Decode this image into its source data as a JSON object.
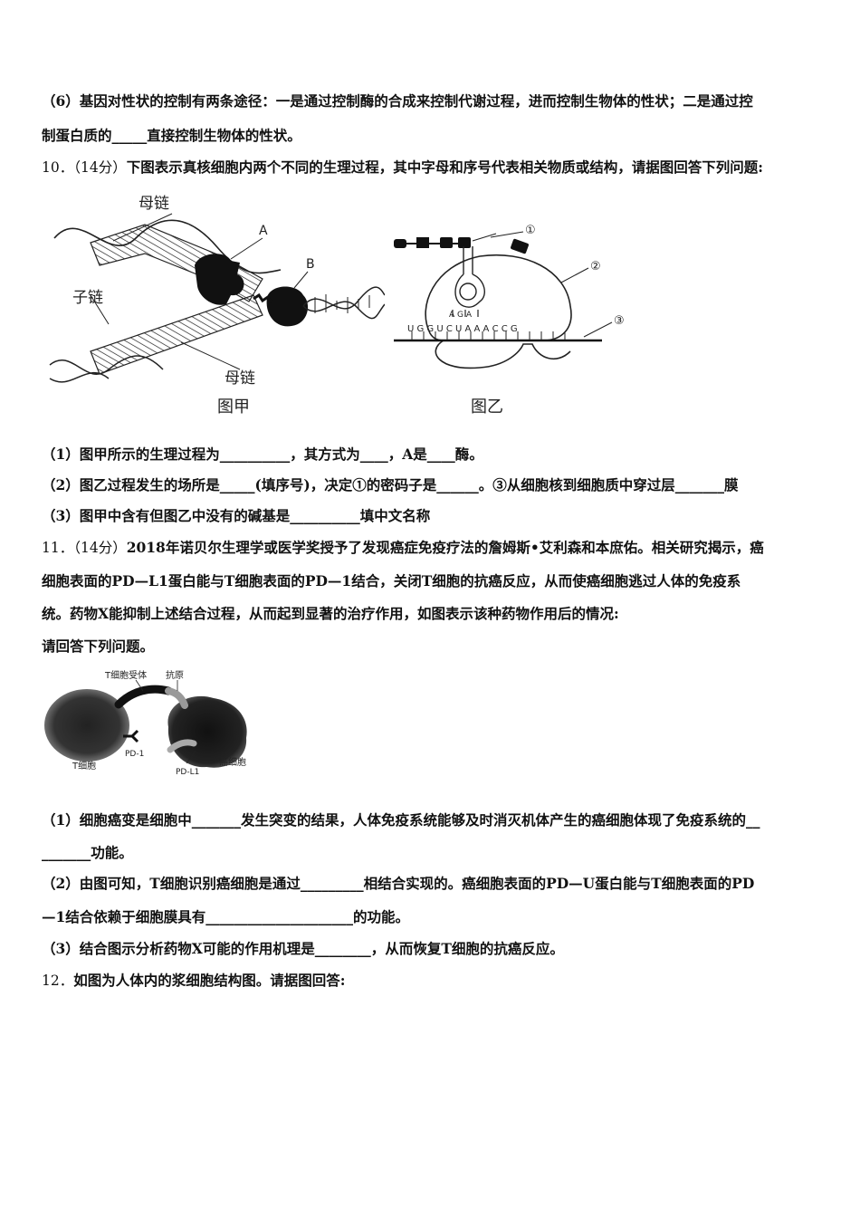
{
  "lines": {
    "l1": "（6）基因对性状的控制有两条途径：一是通过控制酶的合成来控制代谢过程，进而控制生物体的性状；二是通过控",
    "l2": "制蛋白质的_____直接控制生物体的性状。",
    "q10_num": "10．（14分）",
    "q10_text": "下图表示真核细胞内两个不同的生理过程，其中字母和序号代表相关物质或结构，请据图回答下列问题:",
    "q10_1": "（1）图甲所示的生理过程为__________，其方式为____，A是____酶。",
    "q10_2": "（2）图乙过程发生的场所是_____(填序号)，决定①的密码子是______。③从细胞核到细胞质中穿过层_______膜",
    "q10_3": "（3）图甲中含有但图乙中没有的碱基是__________填中文名称",
    "q11_num": "11．（14分）",
    "q11_text1": "2018年诺贝尔生理学或医学奖授予了发现癌症免疫疗法的詹姆斯•艾利森和本庶佑。相关研究揭示，癌",
    "q11_text2": "细胞表面的PD—L1蛋白能与T细胞表面的PD—1结合，关闭T细胞的抗癌反应，从而使癌细胞逃过人体的免疫系",
    "q11_text3": "统。药物X能抑制上述结合过程，从而起到显著的治疗作用，如图表示该种药物作用后的情况:",
    "q11_text4": "请回答下列问题。",
    "q11_1a": "（1）细胞癌变是细胞中_______发生突变的结果，人体免疫系统能够及时消灭机体产生的癌细胞体现了免疫系统的__",
    "q11_1b": "_______功能。",
    "q11_2a": "（2）由图可知，T细胞识别癌细胞是通过_________相结合实现的。癌细胞表面的PD—U蛋白能与T细胞表面的PD",
    "q11_2b": "—1结合依赖于细胞膜具有_____________________的功能。",
    "q11_3": "（3）结合图示分析药物X可能的作用机理是________，从而恢复T细胞的抗癌反应。",
    "q12_num": "12．",
    "q12_text": "如图为人体内的浆细胞结构图。请据图回答:"
  },
  "fig_jia": {
    "mother_top": "母链",
    "daughter": "子链",
    "mother_bottom": "母链",
    "label_a": "A",
    "label_b": "B",
    "caption": "图甲"
  },
  "fig_yi": {
    "mark1": "①",
    "mark2": "②",
    "mark3": "③",
    "anticodon": "A G A",
    "sequence": "U G G U C U A A A C C G",
    "caption": "图乙"
  },
  "fig_cell": {
    "t_receptor": "T细胞受体",
    "antigen": "抗原",
    "pd1": "PD-1",
    "pdl1": "PD-L1",
    "t_cell": "T细胞",
    "cancer_cell": "癌细胞"
  }
}
